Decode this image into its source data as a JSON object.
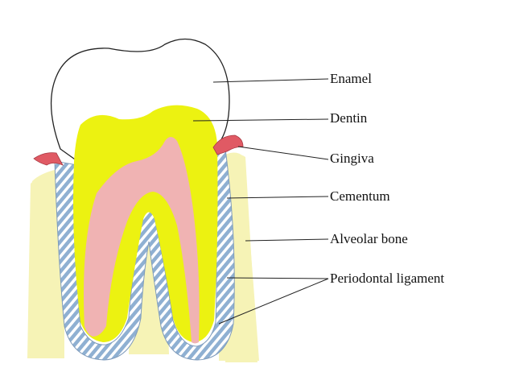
{
  "diagram": {
    "labels": {
      "enamel": "Enamel",
      "dentin": "Dentin",
      "gingiva": "Gingiva",
      "cementum": "Cementum",
      "alveolar_bone": "Alveolar bone",
      "periodontal_ligament": "Periodontal ligament"
    },
    "colors": {
      "enamel": "#ffffff",
      "dentin": "#ecf211",
      "pulp": "#f0b3b3",
      "gingiva": "#e05a64",
      "bone": "#f6f3b6",
      "ligament": "#8fb0d2",
      "outline": "#222222"
    }
  }
}
